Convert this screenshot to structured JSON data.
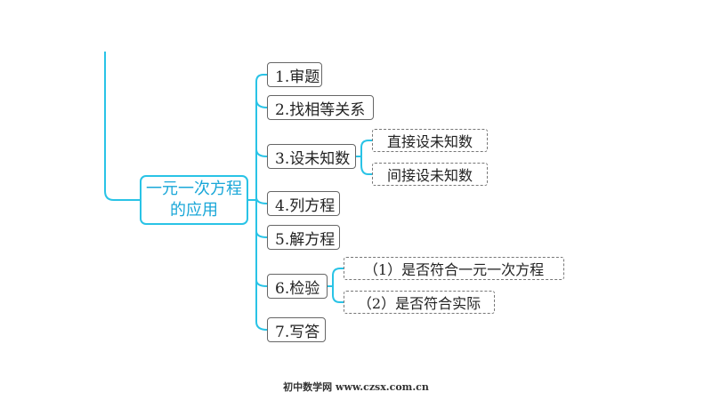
{
  "root": {
    "line1": "一元一次方程",
    "line2": "的应用"
  },
  "steps": [
    {
      "label": "1.审题"
    },
    {
      "label": "2.找相等关系"
    },
    {
      "label": "3.设未知数",
      "children": [
        "直接设未知数",
        "间接设未知数"
      ]
    },
    {
      "label": "4.列方程"
    },
    {
      "label": "5.解方程"
    },
    {
      "label": "6.检验",
      "children": [
        "（1）是否符合一元一次方程",
        "（2）是否符合实际"
      ]
    },
    {
      "label": "7.写答"
    }
  ],
  "footer": "初中数学网 www.czsx.com.cn",
  "colors": {
    "accent": "#29c3e6",
    "box_border": "#666666",
    "brace": "#29c3e6"
  }
}
